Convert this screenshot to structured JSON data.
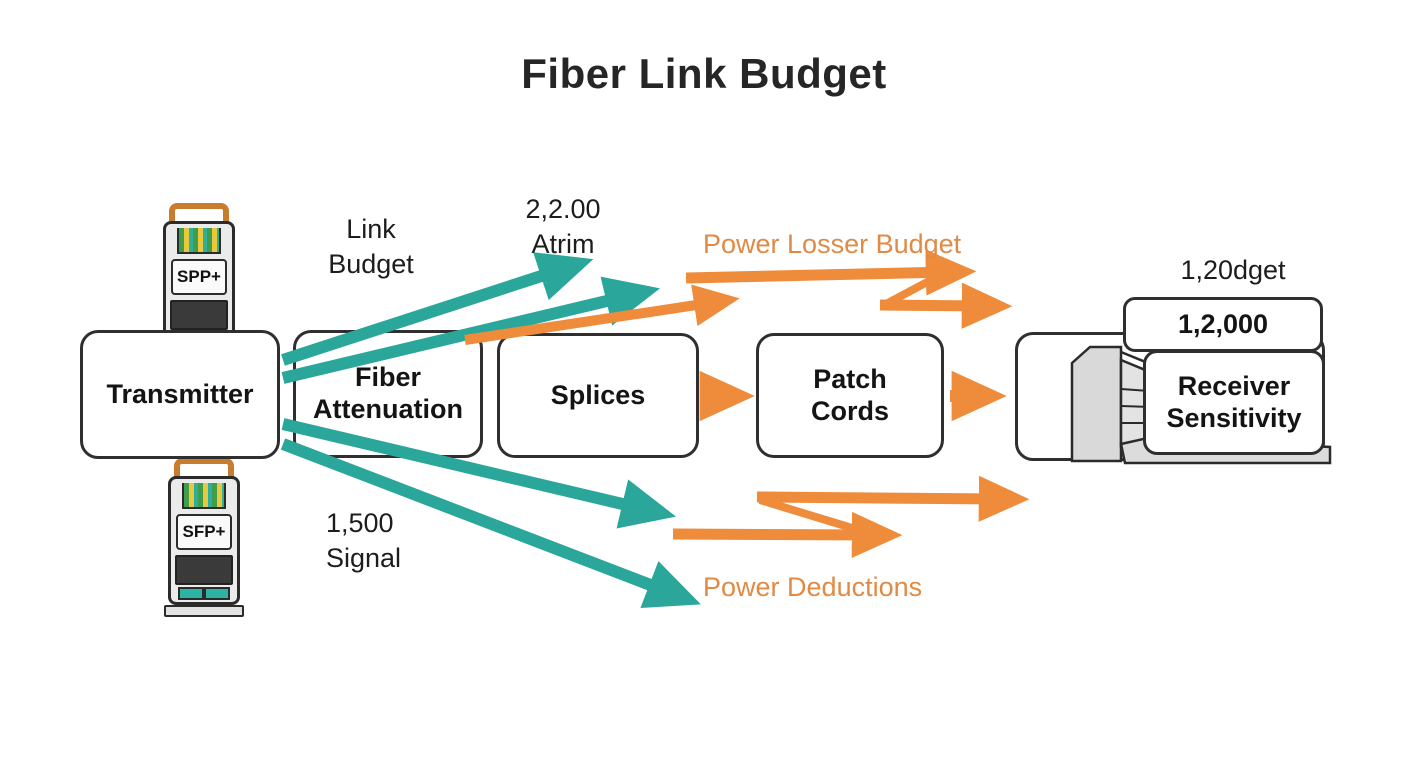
{
  "title": "Fiber Link Budget",
  "colors": {
    "teal": "#2aa69a",
    "orange": "#ee8c3c",
    "orange_text": "#e08a45",
    "box_border": "#2f2f2f",
    "text": "#1c1c1c"
  },
  "nodes": {
    "transmitter": "Transmitter",
    "fiber_attenuation": "Fiber Attenuation",
    "splices": "Splices",
    "patch_cords": "Patch Cords",
    "receiver_sensitivity": "Receiver Sensitivity",
    "receiver_value": "1,2,000"
  },
  "transceivers": {
    "top": "SPP+",
    "bottom": "SFP+"
  },
  "annotations": {
    "link_budget": "Link Budget",
    "attenuation_value": "2,2.00 Atrim",
    "power_loss_top": "Power Losser Budget",
    "receiver_budget": "1,20dget",
    "signal_value": "1,500 Signal",
    "power_deductions": "Power Deductions"
  }
}
